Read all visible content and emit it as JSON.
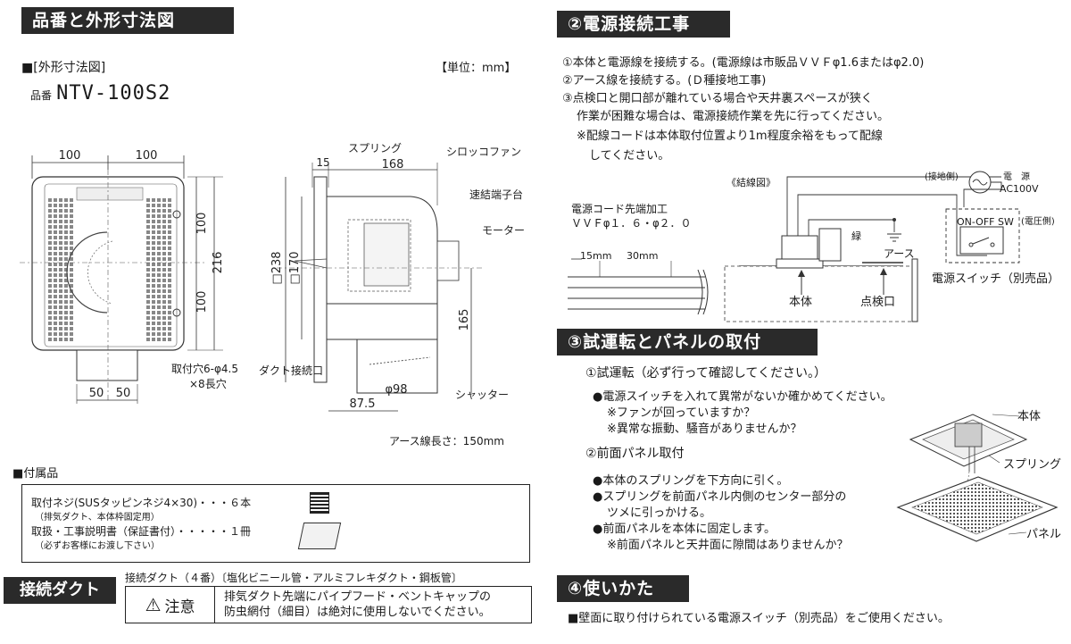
{
  "left": {
    "header_title": "品番と外形寸法図",
    "outline_label": "■[外形寸法図]",
    "unit_label": "【単位：mm】",
    "model_prefix": "品番",
    "model_number": "NTV-100S2",
    "dims": {
      "d100a": "100",
      "d100b": "100",
      "d100v1": "100",
      "d100v2": "100",
      "d216": "216",
      "d50a": "50",
      "d50b": "50",
      "mount_hole_1": "取付穴6-φ4.5",
      "mount_hole_2": "×8長穴",
      "duct_port": "ダクト接続口",
      "spring": "スプリング",
      "sirocco": "シロッコファン",
      "terminal": "速結端子台",
      "motor": "モーター",
      "d15": "15",
      "d168": "168",
      "d238": "□238",
      "d170": "□170",
      "d165": "165",
      "d98": "φ98",
      "shutter": "シャッター",
      "d87": "87.5"
    },
    "earth_length": "アース線長さ：150mm",
    "accessories": {
      "title": "■付属品",
      "item1": "取付ネジ(SUSタッピンネジ4×30)・・・６本",
      "item1_note": "（排気ダクト、本体枠固定用）",
      "item2": "取扱・工事説明書（保証書付）・・・・・１冊",
      "item2_note": "（必ずお客様にお渡し下さい）"
    },
    "duct": {
      "label": "接続ダクト",
      "types": "接続ダクト（４番）〔塩化ビニール管・アルミフレキダクト・鋼板管〕",
      "caution_label": "注意",
      "caution_line1": "排気ダクト先端にパイプフード・ベントキャップの",
      "caution_line2": "防虫網付（細目）は絶対に使用しないでください。"
    }
  },
  "right": {
    "power": {
      "header": "②電源接続工事",
      "line1": "①本体と電源線を接続する。(電源線は市販品ＶＶＦφ1.6またはφ2.0)",
      "line2": "②アース線を接続する。(Ｄ種接地工事)",
      "line3": "③点検口と開口部が離れている場合や天井裏スペースが狭く",
      "line4": "作業が困難な場合は、電源接続作業を先に行ってください。",
      "line5": "※配線コードは本体取付位置より1m程度余裕をもって配線",
      "line6": "してください。",
      "wiring_title": "《結線図》",
      "cord_label1": "電源コード先端加工",
      "cord_label2": "ＶＶＦφ１．６・φ２．０",
      "len15": "15mm",
      "len30": "30mm",
      "ground_side": "(接地側)",
      "source": "電　源",
      "ac": "AC100V",
      "onoff": "ON-OFF SW",
      "voltage_side": "(電圧側)",
      "green": "緑",
      "earth": "アース",
      "body": "本体",
      "inspection": "点検口",
      "switch_label": "電源スイッチ（別売品）"
    },
    "test": {
      "header": "③試運転とパネルの取付",
      "sub1": "①試運転（必ず行って確認してください。）",
      "b1": "●電源スイッチを入れて異常がないか確かめてください。",
      "b1a": "※ファンが回っていますか？",
      "b1b": "※異常な振動、騒音がありませんか？",
      "sub2": "②前面パネル取付",
      "b2": "●本体のスプリングを下方向に引く。",
      "b3": "●スプリングを前面パネル内側のセンター部分の",
      "b3a": "ツメに引っかける。",
      "b4": "●前面パネルを本体に固定します。",
      "b4a": "※前面パネルと天井面に隙間はありませんか？",
      "lbl_body": "本体",
      "lbl_spring": "スプリング",
      "lbl_panel": "パネル"
    },
    "use": {
      "header": "④使いかた",
      "line1": "■壁面に取り付けられている電源スイッチ（別売品）をご使用ください。"
    }
  }
}
